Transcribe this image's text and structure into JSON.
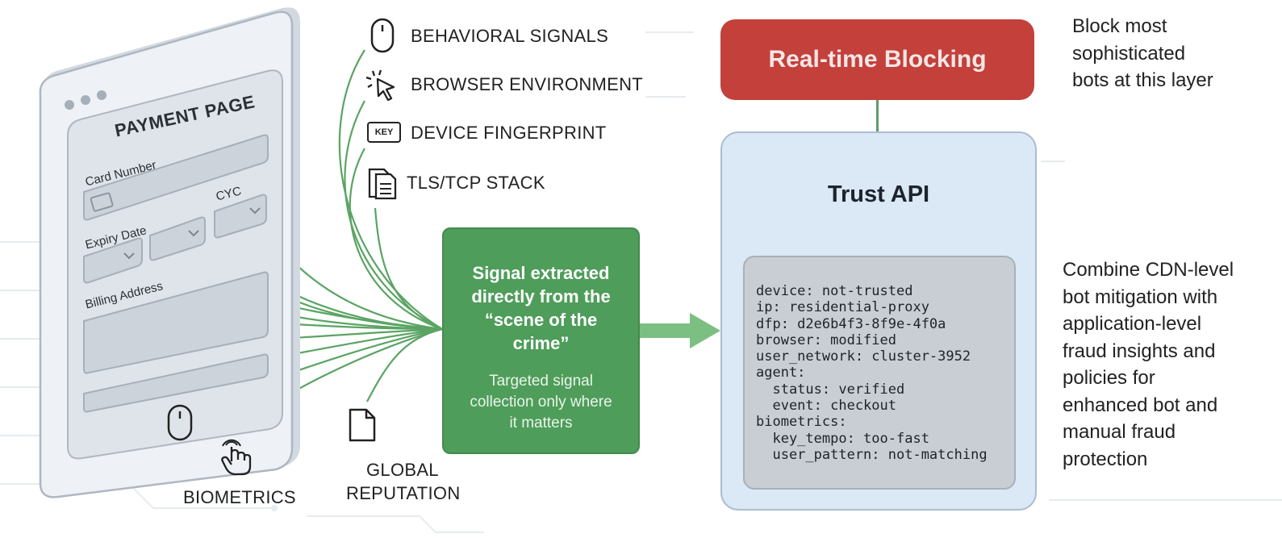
{
  "payment_page": {
    "title": "PAYMENT PAGE",
    "card_number_label": "Card Number",
    "expiry_label": "Expiry Date",
    "cvc_label": "CYC",
    "billing_label": "Billing Address"
  },
  "signals": {
    "behavioral": "BEHAVIORAL SIGNALS",
    "browser": "BROWSER ENVIRONMENT",
    "device": "DEVICE FINGERPRINT",
    "device_key_text": "KEY",
    "tls": "TLS/TCP STACK",
    "biometrics": "BIOMETRICS",
    "global_reputation_line1": "GLOBAL",
    "global_reputation_line2": "REPUTATION"
  },
  "signal_box": {
    "title_lines": [
      "Signal extracted",
      "directly from the",
      "“scene of the",
      "crime”"
    ],
    "sub_lines": [
      "Targeted signal",
      "collection only where",
      "it matters"
    ]
  },
  "blocking": {
    "label": "Real-time Blocking",
    "note_lines": [
      "Block most",
      "sophisticated",
      "bots at this layer"
    ]
  },
  "trust_api": {
    "title": "Trust API",
    "code_lines": [
      "device: not-trusted",
      "ip: residential-proxy",
      "dfp: d2e6b4f3-8f9e-4f0a",
      "browser: modified",
      "user_network: cluster-3952",
      "agent:",
      "  status: verified",
      "  event: checkout",
      "biometrics:",
      "  key_tempo: too-fast",
      "  user_pattern: not-matching"
    ]
  },
  "combine_note_lines": [
    "Combine CDN-level",
    "bot mitigation with",
    "application-level",
    "fraud insights and",
    "policies for",
    "enhanced bot and",
    "manual fraud",
    "protection"
  ],
  "colors": {
    "green": "#4e9d5a",
    "red": "#c3403b",
    "trust_bg": "#dbe8f5",
    "line_green": "#5aa463"
  }
}
